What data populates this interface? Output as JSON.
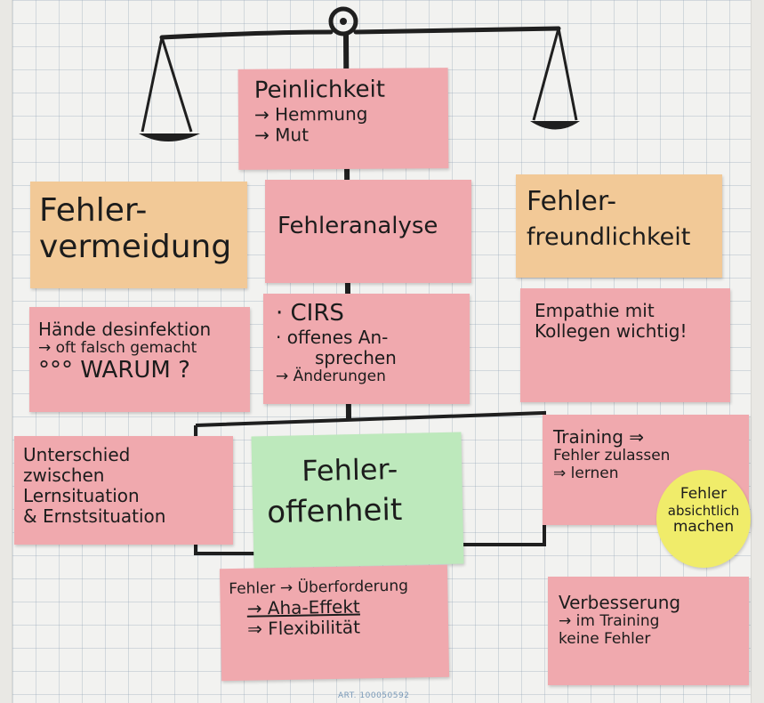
{
  "notes": {
    "top_center": [
      "Peinlichkeit",
      "→ Hemmung",
      "→ Mut"
    ],
    "center_analysis": "Fehleranalyse",
    "left_header": [
      "Fehler-",
      "vermeidung"
    ],
    "right_header": [
      "Fehler-",
      "freundlichkeit"
    ],
    "left_mid": [
      "Hände desinfektion",
      "→ oft falsch gemacht",
      "°°° WARUM ?"
    ],
    "center_mid": [
      "· CIRS",
      "· offenes An-",
      "sprechen",
      "→ Änderungen"
    ],
    "right_mid": [
      "Empathie mit",
      "Kollegen wichtig!"
    ],
    "left_low": [
      "Unterschied",
      "zwischen",
      "Lernsituation",
      "& Ernstsituation"
    ],
    "center_green": [
      "Fehler-",
      "offenheit"
    ],
    "right_low": [
      "Training ⇒",
      "Fehler zulassen",
      "⇒ lernen"
    ],
    "yellow_circle": [
      "Fehler",
      "absichtlich",
      "machen"
    ],
    "bottom_center": [
      "Fehler → Überforderung",
      "→ Aha-Effekt",
      "⇒ Flexibilität"
    ],
    "bottom_right": [
      "Verbesserung",
      "→ im Training",
      "keine Fehler"
    ]
  },
  "footer": "ART. 100050592",
  "colors": {
    "pink": "#f0a9ae",
    "orange": "#f2c997",
    "green": "#bde9bc",
    "yellow": "#f0ec6a",
    "ink": "#1f1f1f"
  }
}
